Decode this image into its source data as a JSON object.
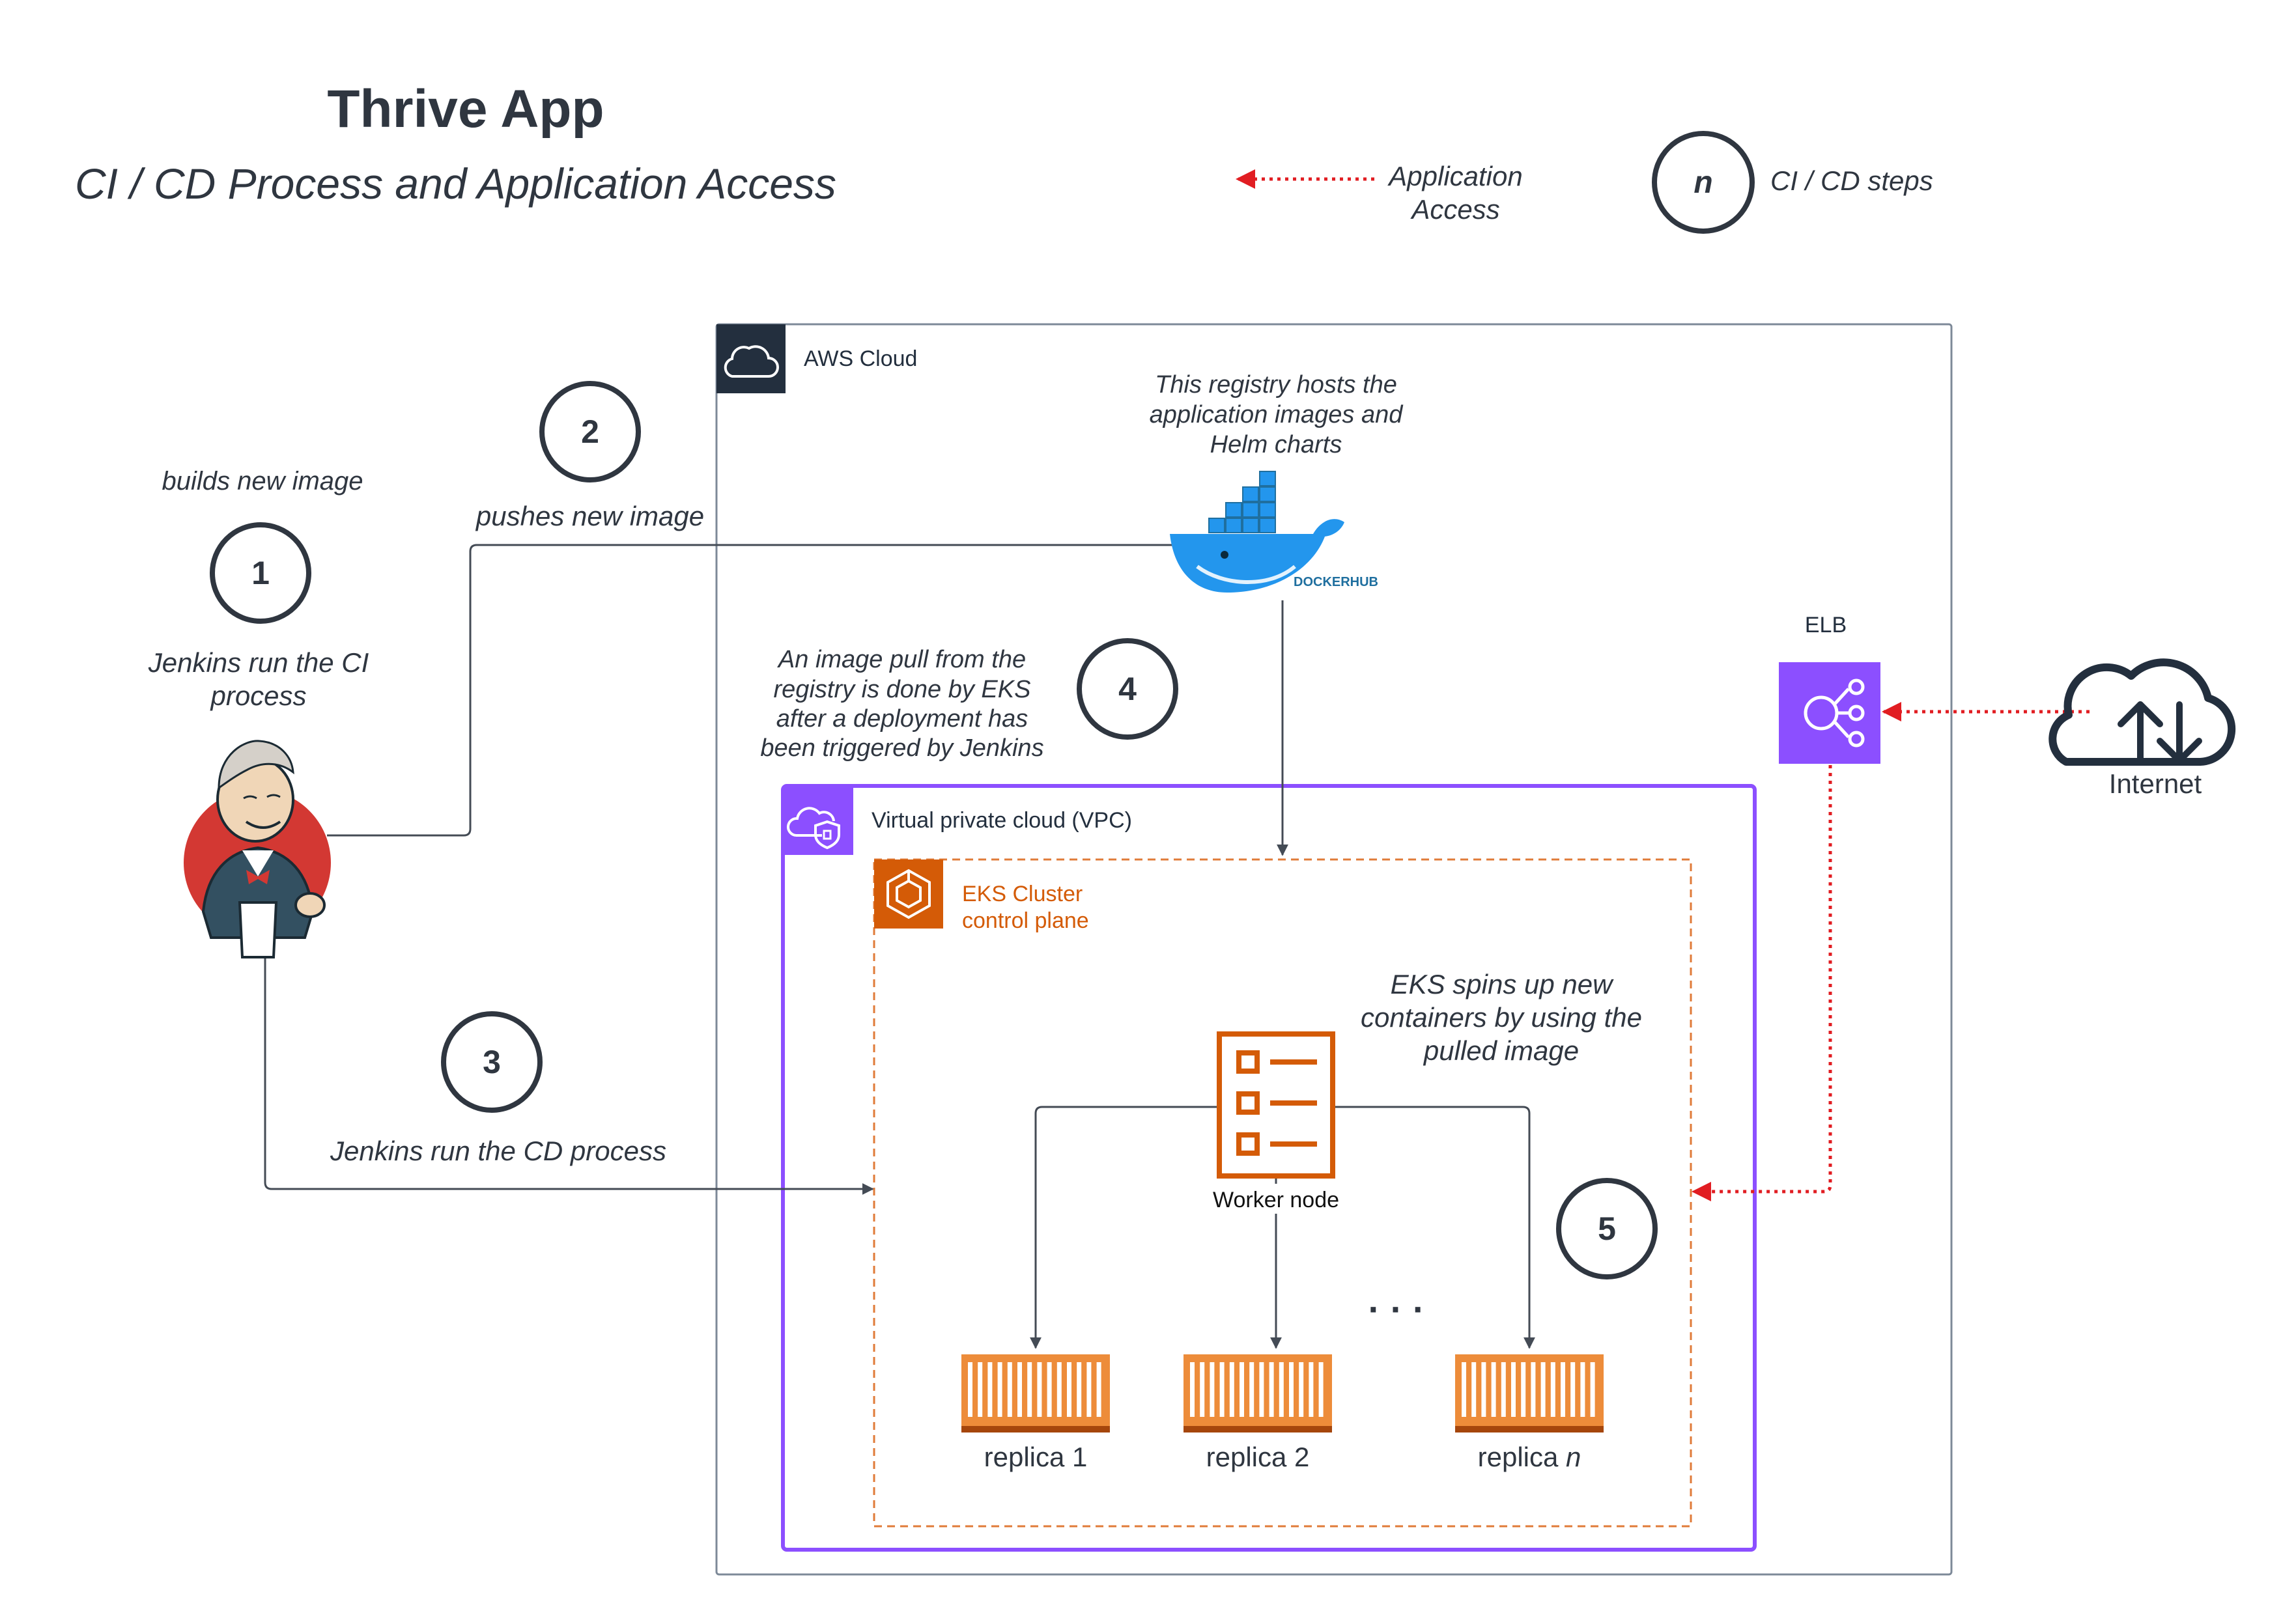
{
  "header": {
    "title": "Thrive App",
    "subtitle": "CI / CD Process and Application Access"
  },
  "legend": {
    "access_line1": "Application",
    "access_line2": "Access",
    "step_symbol": "n",
    "step_label": "CI / CD steps",
    "access_color": "#e11d22"
  },
  "aws": {
    "label": "AWS Cloud",
    "registry_note": [
      "This registry hosts the",
      "application images and",
      "Helm charts"
    ],
    "dockerhub_label": "DOCKERHUB"
  },
  "vpc": {
    "label": "Virtual private cloud (VPC)",
    "color": "#8c4fff"
  },
  "eks": {
    "label_line1": "EKS Cluster",
    "label_line2": "control plane",
    "color": "#d45b07",
    "spin_note": [
      "EKS spins up new",
      "containers by using the",
      "pulled image"
    ],
    "worker_label": "Worker node",
    "ellipsis": "· · ·",
    "replicas": [
      {
        "prefix": "replica ",
        "suffix": "1"
      },
      {
        "prefix": "replica ",
        "suffix": "2"
      },
      {
        "prefix": "replica ",
        "suffix": "n"
      }
    ]
  },
  "elb": {
    "label": "ELB",
    "color": "#8c4fff"
  },
  "internet": {
    "label": "Internet"
  },
  "jenkins": {
    "builds_note": "builds new image",
    "ci_note": [
      "Jenkins run the CI",
      "process"
    ]
  },
  "steps": [
    {
      "number": "1"
    },
    {
      "number": "2",
      "note": "pushes new image"
    },
    {
      "number": "3",
      "note": "Jenkins run the CD process"
    },
    {
      "number": "4",
      "note": [
        "An image pull from the",
        "registry is done by EKS",
        "after a deployment has",
        "been triggered by Jenkins"
      ]
    },
    {
      "number": "5"
    }
  ]
}
